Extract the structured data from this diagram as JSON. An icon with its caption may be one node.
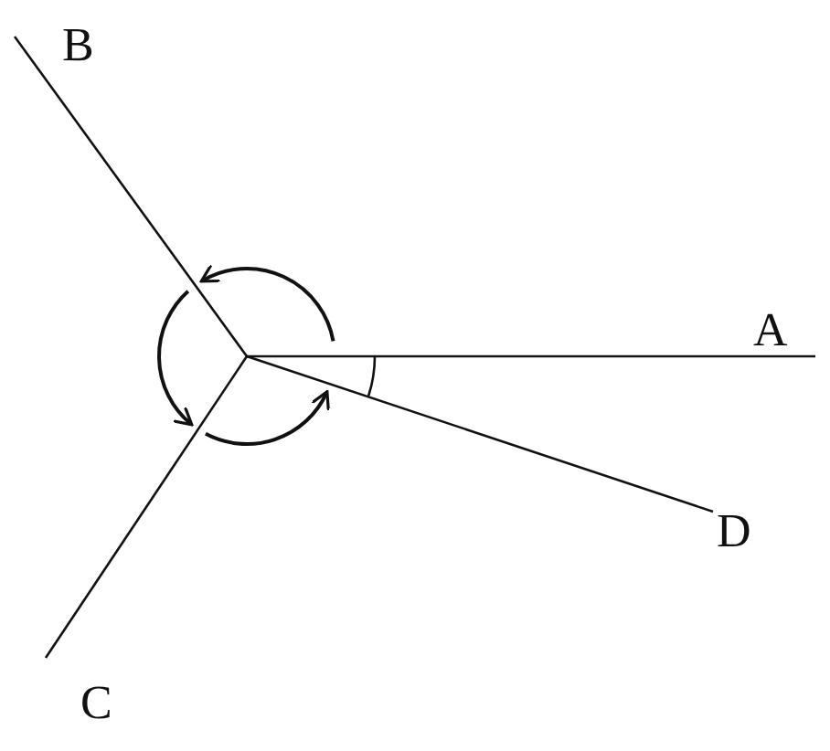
{
  "diagram": {
    "labels": [
      "B",
      "A",
      "D",
      "C"
    ]
  }
}
